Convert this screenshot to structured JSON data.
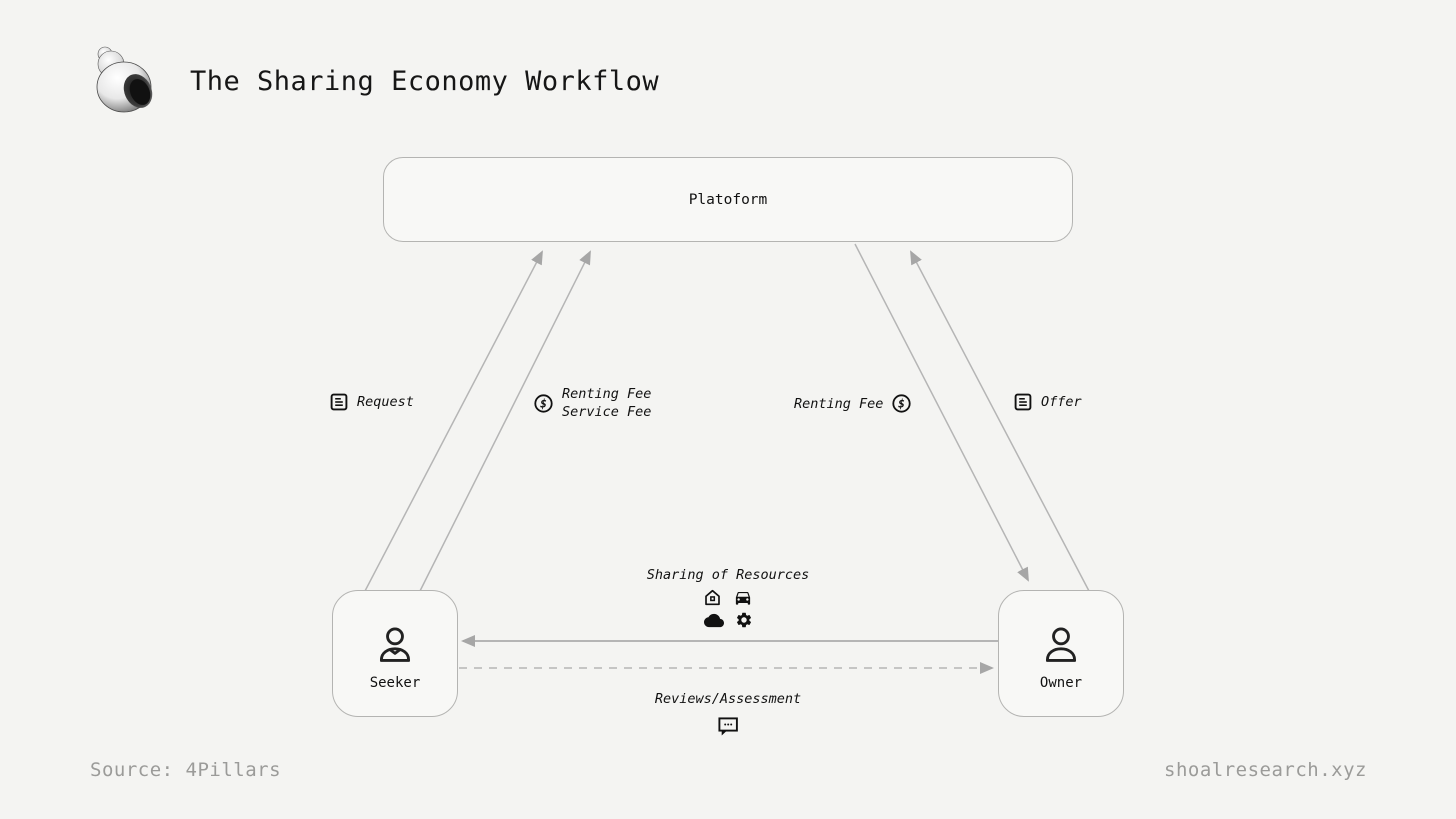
{
  "header": {
    "title": "The Sharing Economy Workflow",
    "logo_icon": "snail-shell-logo"
  },
  "nodes": {
    "platform": {
      "label": "Platoform"
    },
    "seeker": {
      "label": "Seeker",
      "icon": "person-icon"
    },
    "owner": {
      "label": "Owner",
      "icon": "person-icon"
    }
  },
  "edges": {
    "request": {
      "label": "Request",
      "icon": "document-list-icon",
      "from": "Seeker",
      "to": "Platform",
      "style": "solid"
    },
    "fees_to_platform": {
      "line1": "Renting Fee",
      "line2": "Service Fee",
      "icon": "dollar-circle-icon",
      "from": "Seeker",
      "to": "Platform",
      "style": "solid"
    },
    "renting_fee_to_owner": {
      "label": "Renting Fee",
      "icon": "dollar-circle-icon",
      "from": "Platform",
      "to": "Owner",
      "style": "solid"
    },
    "offer": {
      "label": "Offer",
      "icon": "document-list-icon",
      "from": "Owner",
      "to": "Platform",
      "style": "solid"
    },
    "sharing": {
      "label": "Sharing of Resources",
      "icons": [
        "house-icon",
        "car-icon",
        "cloud-icon",
        "gear-icon"
      ],
      "from": "Owner",
      "to": "Seeker",
      "style": "solid"
    },
    "reviews": {
      "label": "Reviews/Assessment",
      "icon": "chat-bubble-icon",
      "from": "Seeker",
      "to": "Owner",
      "style": "dashed"
    }
  },
  "footer": {
    "source": "Source: 4Pillars",
    "site": "shoalresearch.xyz"
  },
  "colors": {
    "background": "#f4f4f2",
    "line": "#b5b5b5",
    "arrowhead": "#a6a6a6",
    "box_border": "#b4b4b2",
    "text": "#1a1a1a",
    "muted": "#9b9b99"
  }
}
